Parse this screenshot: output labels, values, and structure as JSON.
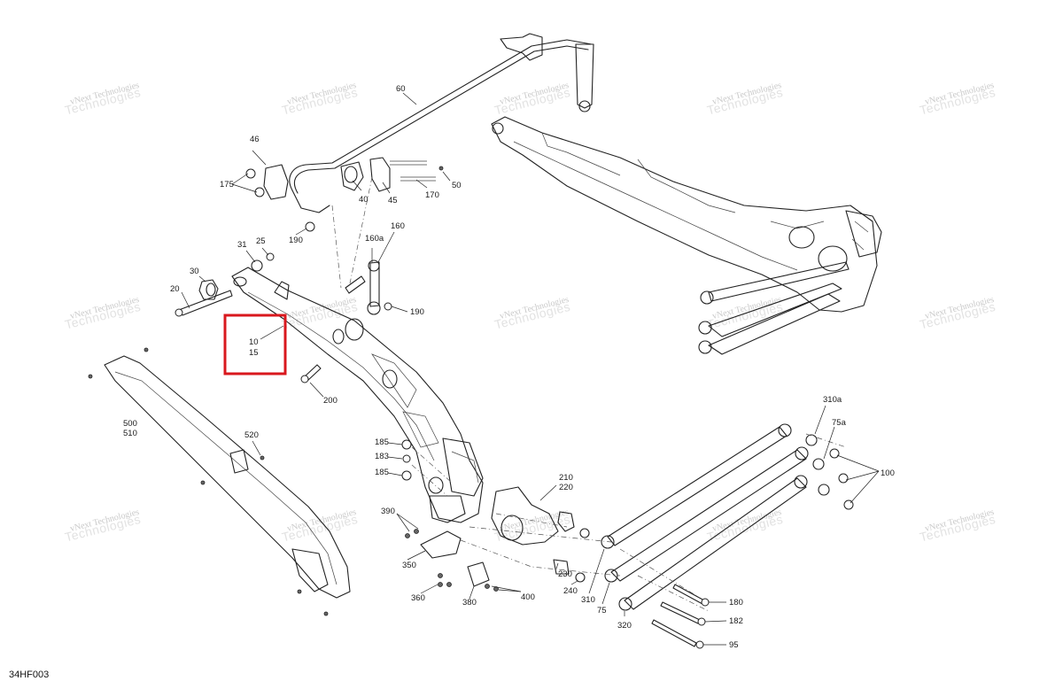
{
  "diagram_code": "34HF003",
  "watermark": {
    "line1": "vNext Technologies",
    "line2": "Technologies"
  },
  "highlight": {
    "color": "#d9181e",
    "labels": [
      "10",
      "15"
    ]
  },
  "callouts": [
    "60",
    "46",
    "175",
    "40",
    "45",
    "170",
    "50",
    "190",
    "31",
    "25",
    "160a",
    "160",
    "30",
    "20",
    "190",
    "10",
    "15",
    "200",
    "500\n510",
    "520",
    "185",
    "183",
    "185",
    "210\n220",
    "390",
    "350",
    "360",
    "380",
    "400",
    "230",
    "240",
    "310",
    "75",
    "320",
    "310a",
    "75a",
    "100",
    "180",
    "182",
    "95"
  ]
}
